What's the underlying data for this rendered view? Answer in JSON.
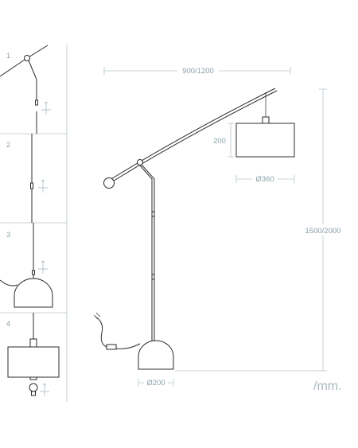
{
  "steps": [
    {
      "number": "1"
    },
    {
      "number": "2"
    },
    {
      "number": "3"
    },
    {
      "number": "4"
    }
  ],
  "dimensions": {
    "arm_width": "900/1200",
    "total_height": "1500/2000",
    "shade_height": "200",
    "shade_diameter": "Ø360",
    "base_diameter": "Ø200"
  },
  "unit_label": "/mm.",
  "colors": {
    "line": "#2b2b2b",
    "dimension": "#8aa0a8",
    "guide": "#b6c7cc"
  }
}
